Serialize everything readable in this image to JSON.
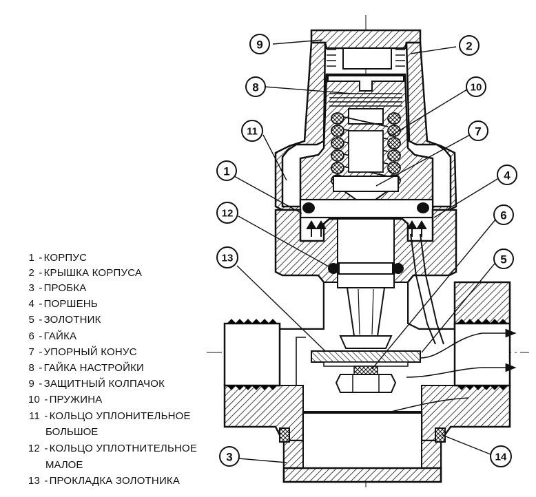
{
  "legend": {
    "items": [
      {
        "num": "1",
        "sep": "-",
        "text": "КОРПУС"
      },
      {
        "num": "2",
        "sep": "-",
        "text": "КРЫШКА КОРПУСА"
      },
      {
        "num": "3",
        "sep": "-",
        "text": "ПРОБКА"
      },
      {
        "num": "4",
        "sep": "-",
        "text": "ПОРШЕНЬ"
      },
      {
        "num": "5",
        "sep": "-",
        "text": "ЗОЛОТНИК"
      },
      {
        "num": "6",
        "sep": "-",
        "text": "ГАЙКА"
      },
      {
        "num": "7",
        "sep": "-",
        "text": "УПОРНЫЙ КОНУС"
      },
      {
        "num": "8",
        "sep": "-",
        "text": "ГАЙКА НАСТРОЙКИ"
      },
      {
        "num": "9",
        "sep": "-",
        "text": "ЗАЩИТНЫЙ КОЛПАЧОК"
      },
      {
        "num": "10",
        "sep": "-",
        "text": "ПРУЖИНА"
      },
      {
        "num": "11",
        "sep": "-",
        "text": "КОЛЬЦО УПЛОНИТЕЛЬНОЕ",
        "cont": "БОЛЬШОЕ"
      },
      {
        "num": "12",
        "sep": "-",
        "text": "КОЛЬЦО УПЛОТНИТЕЛЬНОЕ",
        "cont": "МАЛОЕ"
      },
      {
        "num": "13",
        "sep": "-",
        "text": "ПРОКЛАДКА ЗОЛОТНИКА"
      }
    ]
  },
  "callouts": {
    "c1": "1",
    "c2": "2",
    "c3": "3",
    "c4": "4",
    "c5": "5",
    "c6": "6",
    "c7": "7",
    "c8": "8",
    "c9": "9",
    "c10": "10",
    "c11": "11",
    "c12": "12",
    "c13": "13",
    "c14": "14"
  },
  "colors": {
    "ink": "#111111",
    "paper": "#ffffff"
  }
}
